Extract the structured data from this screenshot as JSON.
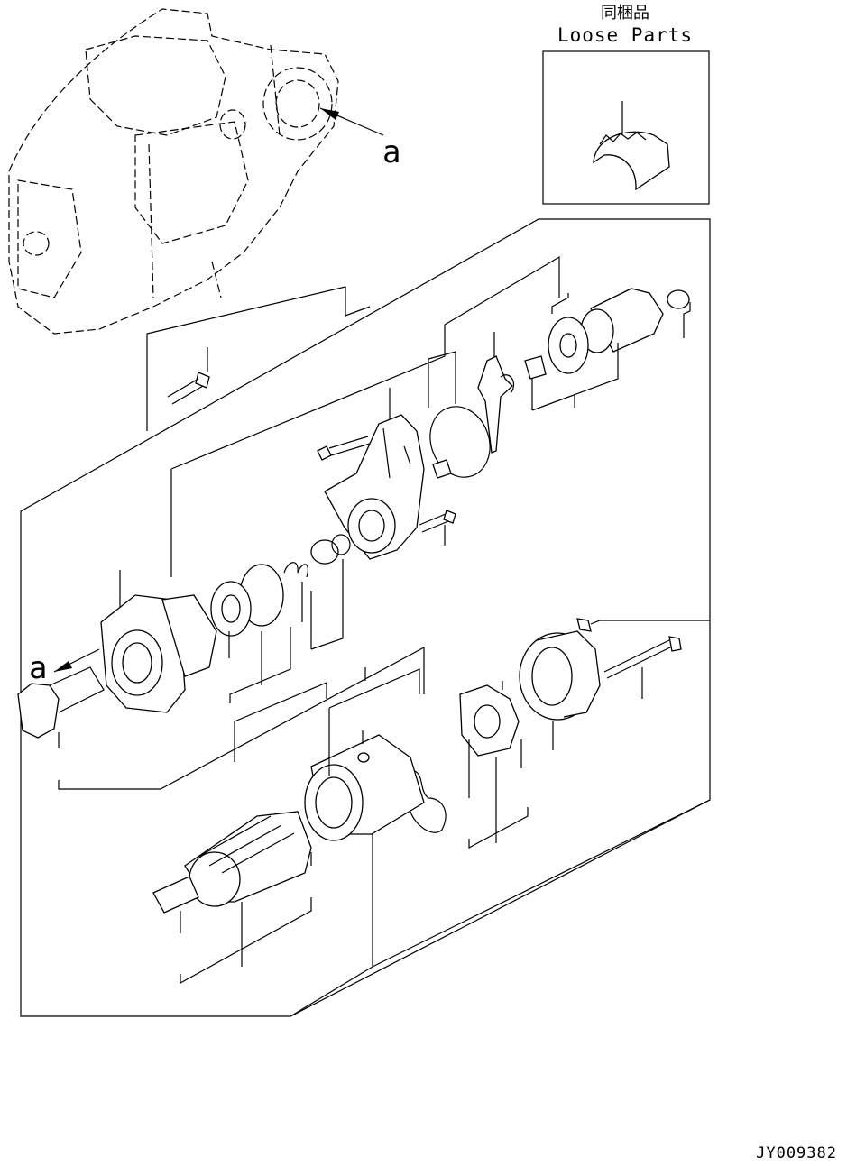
{
  "loose_parts": {
    "title_jp": "同梱品",
    "title_en": "Loose Parts"
  },
  "callouts": {
    "ref_a_top": "a",
    "ref_a_left": "a"
  },
  "drawing_number": "JY009382"
}
